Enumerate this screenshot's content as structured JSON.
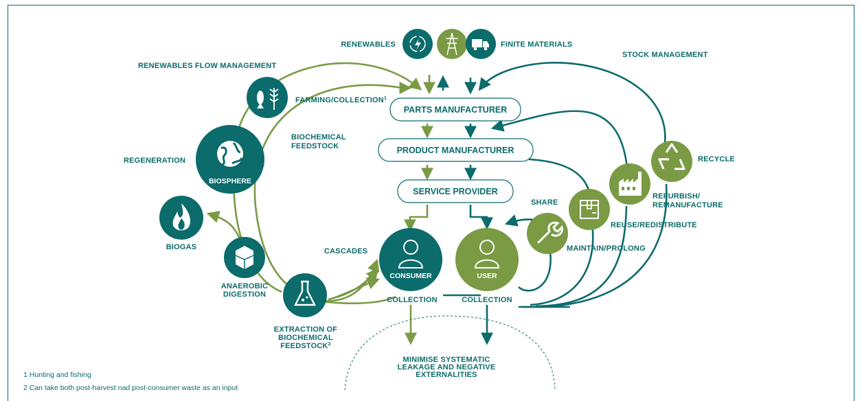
{
  "top": {
    "renewables": "RENEWABLES",
    "finite_materials": "FINITE MATERIALS"
  },
  "left": {
    "renewables_flow_management": "RENEWABLES FLOW MANAGEMENT",
    "farming_collection": "FARMING/COLLECTION",
    "farming_footnote_ref": "1",
    "biochemical_feedstock_line1": "BIOCHEMICAL",
    "biochemical_feedstock_line2": "FEEDSTOCK",
    "regeneration": "REGENERATION",
    "biosphere": "BIOSPHERE",
    "biogas": "BIOGAS",
    "anaerobic_line1": "ANAEROBIC",
    "anaerobic_line2": "DIGESTION",
    "extraction_line1": "EXTRACTION OF",
    "extraction_line2": "BIOCHEMICAL",
    "extraction_line3": "FEEDSTOCK",
    "extraction_footnote_ref": "2",
    "cascades": "CASCADES"
  },
  "center": {
    "parts_manufacturer": "PARTS MANUFACTURER",
    "product_manufacturer": "PRODUCT MANUFACTURER",
    "service_provider": "SERVICE PROVIDER",
    "consumer": "CONSUMER",
    "user": "USER",
    "collection_left": "COLLECTION",
    "collection_right": "COLLECTION",
    "leakage_line1": "MINIMISE SYSTEMATIC",
    "leakage_line2": "LEAKAGE AND NEGATIVE",
    "leakage_line3": "EXTERNALITIES"
  },
  "right": {
    "stock_management": "STOCK MANAGEMENT",
    "recycle": "RECYCLE",
    "refurbish_line1": "REFURBISH/",
    "refurbish_line2": "REMANUFACTURE",
    "reuse": "REUSE/REDISTRIBUTE",
    "share": "SHARE",
    "maintain": "MAINTAIN/PROLONG"
  },
  "footnotes": [
    "1 Hunting and fishing",
    "2 Can take both post-harvest nad post-consumer waste as an input"
  ],
  "colors": {
    "teal": "#0c6b6b",
    "green": "#7a9a44"
  }
}
